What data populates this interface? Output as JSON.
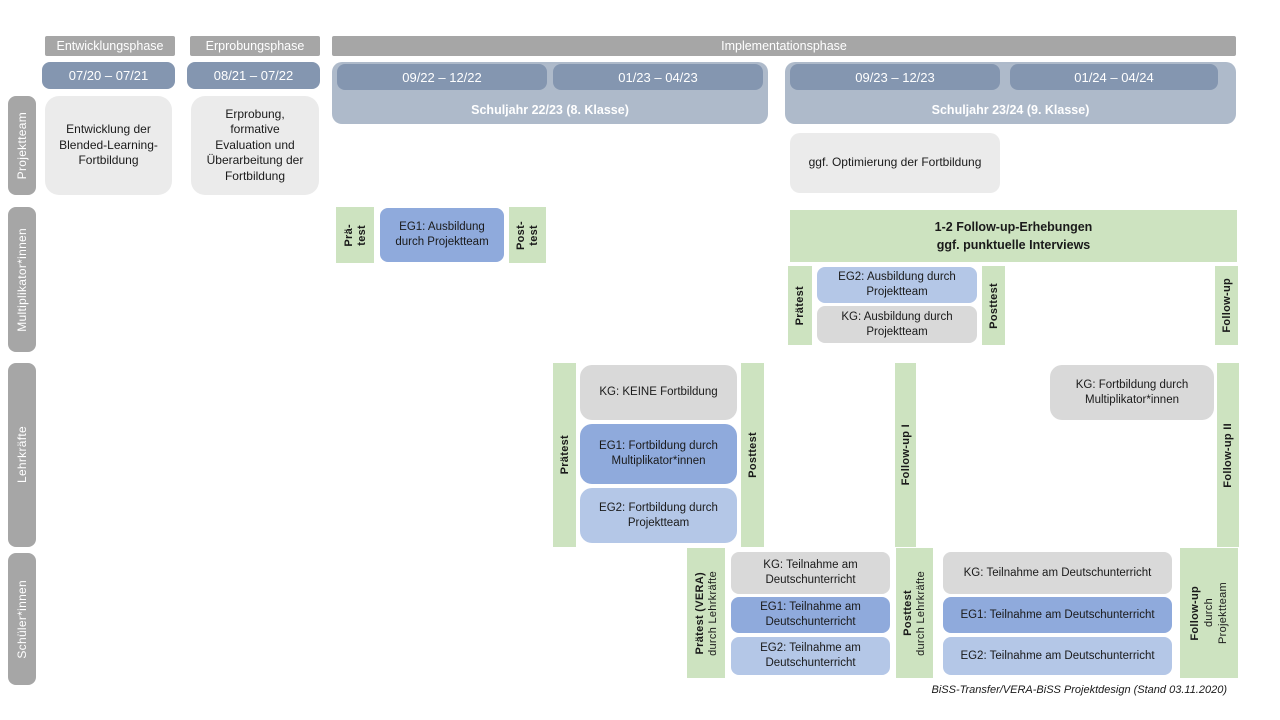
{
  "colors": {
    "phase_bar": "#a6a6a6",
    "period_bar": "#8496b0",
    "school_year_bar": "#aebaca",
    "row_label_bar": "#a6a6a6",
    "box_light_gray": "#ebebeb",
    "box_kg_gray": "#d9d9d9",
    "box_eg1_blue": "#8faadc",
    "box_eg2_blue": "#b4c7e7",
    "box_green": "#cde3c0"
  },
  "phases": {
    "entwicklung": "Entwicklungsphase",
    "erprobung": "Erprobungsphase",
    "implementation": "Implementationsphase"
  },
  "periods": {
    "p1": "07/20 – 07/21",
    "p2": "08/21 – 07/22",
    "p3": "09/22 – 12/22",
    "p4": "01/23 – 04/23",
    "p5": "09/23 – 12/23",
    "p6": "01/24 – 04/24"
  },
  "school_years": {
    "sy1": "Schuljahr 22/23 (8. Klasse)",
    "sy2": "Schuljahr 23/24 (9. Klasse)"
  },
  "row_labels": {
    "projektteam": "Projektteam",
    "multiplikatoren": "Multiplikator*innen",
    "lehrkraefte": "Lehrkräfte",
    "schueler": "Schüler*innen"
  },
  "projektteam_row": {
    "entwicklung_box": "Entwicklung der Blended-Learning-Fortbildung",
    "erprobung_box": "Erprobung, formative Evaluation und Überarbeitung der Fortbildung",
    "optimierung_box": "ggf. Optimierung der Fortbildung"
  },
  "multiplikatoren_row": {
    "praetest1_l1": "Prä-",
    "praetest1_l2": "test",
    "eg1_box": "EG1: Ausbildung durch Projektteam",
    "posttest1_l1": "Post-",
    "posttest1_l2": "test",
    "followup_bar_l1": "1-2 Follow-up-Erhebungen",
    "followup_bar_l2": "ggf. punktuelle Interviews",
    "praetest2": "Prätest",
    "eg2_box": "EG2: Ausbildung durch Projektteam",
    "kg_box": "KG: Ausbildung durch Projektteam",
    "posttest2": "Posttest",
    "followup": "Follow-up"
  },
  "lehrkraefte_row": {
    "praetest": "Prätest",
    "kg_box": "KG: KEINE Fortbildung",
    "eg1_box": "EG1: Fortbildung durch Multiplikator*innen",
    "eg2_box": "EG2: Fortbildung durch Projektteam",
    "posttest": "Posttest",
    "followup1": "Follow-up I",
    "kg_box2": "KG: Fortbildung durch Multiplikator*innen",
    "followup2": "Follow-up II"
  },
  "schueler_row": {
    "praetest_l1": "Prätest (VERA)",
    "praetest_l2": "durch Lehrkräfte",
    "kg_box1": "KG: Teilnahme am Deutschunterricht",
    "eg1_box1": "EG1: Teilnahme am Deutschunterricht",
    "eg2_box1": "EG2: Teilnahme am Deutschunterricht",
    "posttest_l1": "Posttest",
    "posttest_l2": "durch Lehrkräfte",
    "kg_box2": "KG: Teilnahme am Deutschunterricht",
    "eg1_box2": "EG1: Teilnahme am Deutschunterricht",
    "eg2_box2": "EG2: Teilnahme am Deutschunterricht",
    "followup_l1": "Follow-up",
    "followup_l2": "durch",
    "followup_l3": "Projektteam"
  },
  "caption": "BiSS-Transfer/VERA-BiSS Projektdesign (Stand 03.11.2020)"
}
